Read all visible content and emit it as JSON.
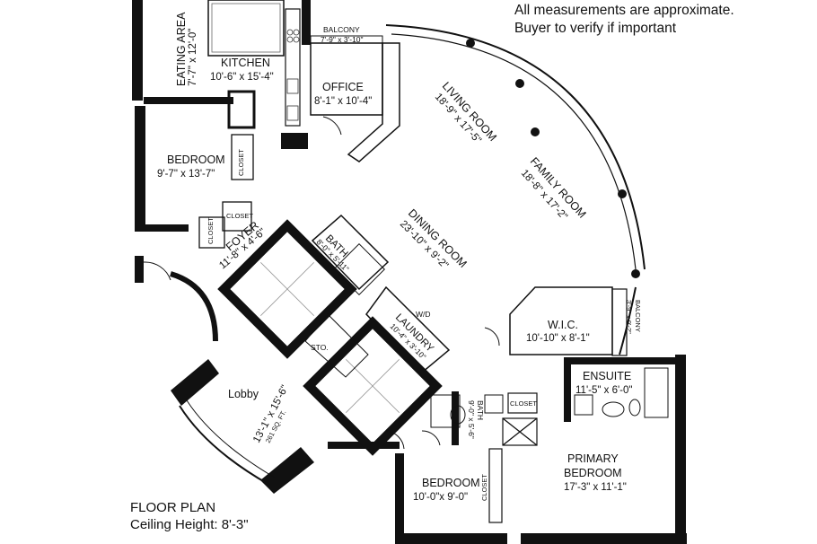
{
  "note": {
    "line1": "All measurements are approximate.",
    "line2": "Buyer to verify if important"
  },
  "plan_title": {
    "title": "FLOOR PLAN",
    "ceiling": "Ceiling Height: 8'-3\""
  },
  "rooms": {
    "eating_area": {
      "name": "EATING AREA",
      "dims": "7'-7\" x 12'-0\""
    },
    "kitchen": {
      "name": "KITCHEN",
      "dims": "10'-6\" x 15'-4\""
    },
    "balcony_top": {
      "name": "BALCONY",
      "dims": "7'-9\" x 3'-10\""
    },
    "office": {
      "name": "OFFICE",
      "dims": "8'-1\" x 10'-4\""
    },
    "living_room": {
      "name": "LIVING ROOM",
      "dims": "18'-9\" x 17'-5\""
    },
    "family_room": {
      "name": "FAMILY ROOM",
      "dims": "18'-8\" x 17'-2\""
    },
    "bedroom_1": {
      "name": "BEDROOM",
      "dims": "9'-7\" x 13'-7\""
    },
    "closet_1": {
      "name": "CLOSET"
    },
    "closet_2": {
      "name": "CLOSET"
    },
    "closet_3": {
      "name": "CLOSET"
    },
    "foyer": {
      "name": "FOYER",
      "dims": "11'-8\" x 4'-6\""
    },
    "bath_1": {
      "name": "BATH",
      "dims": "8'-0\" x 5'-11\""
    },
    "dining_room": {
      "name": "DINING ROOM",
      "dims": "23'-10\" x 9'-2\""
    },
    "laundry": {
      "name": "LAUNDRY",
      "dims": "10'-4\" x 3'-10\""
    },
    "wd": {
      "name": "W/D"
    },
    "sto": {
      "name": "STO."
    },
    "lobby": {
      "name": "Lobby",
      "dims": "13'-1\" x 15'-6\"",
      "area": "261 SQ. FT."
    },
    "wic": {
      "name": "W.I.C.",
      "dims": "10'-10\" x 8'-1\""
    },
    "balcony_right": {
      "name": "BALCONY",
      "dims": "3'-9\" x 9'-2\""
    },
    "ensuite": {
      "name": "ENSUITE",
      "dims": "11'-5\" x 6'-0\""
    },
    "bath_2": {
      "name": "BATH",
      "dims": "9'-0\" x 5'-6\""
    },
    "closet_4": {
      "name": "CLOSET"
    },
    "primary_bedroom": {
      "name_line1": "PRIMARY",
      "name_line2": "BEDROOM",
      "dims": "17'-3\" x 11'-1\""
    },
    "bedroom_2": {
      "name": "BEDROOM",
      "dims": "10'-0\"x 9'-0\""
    },
    "closet_5": {
      "name": "CLOSET"
    }
  }
}
